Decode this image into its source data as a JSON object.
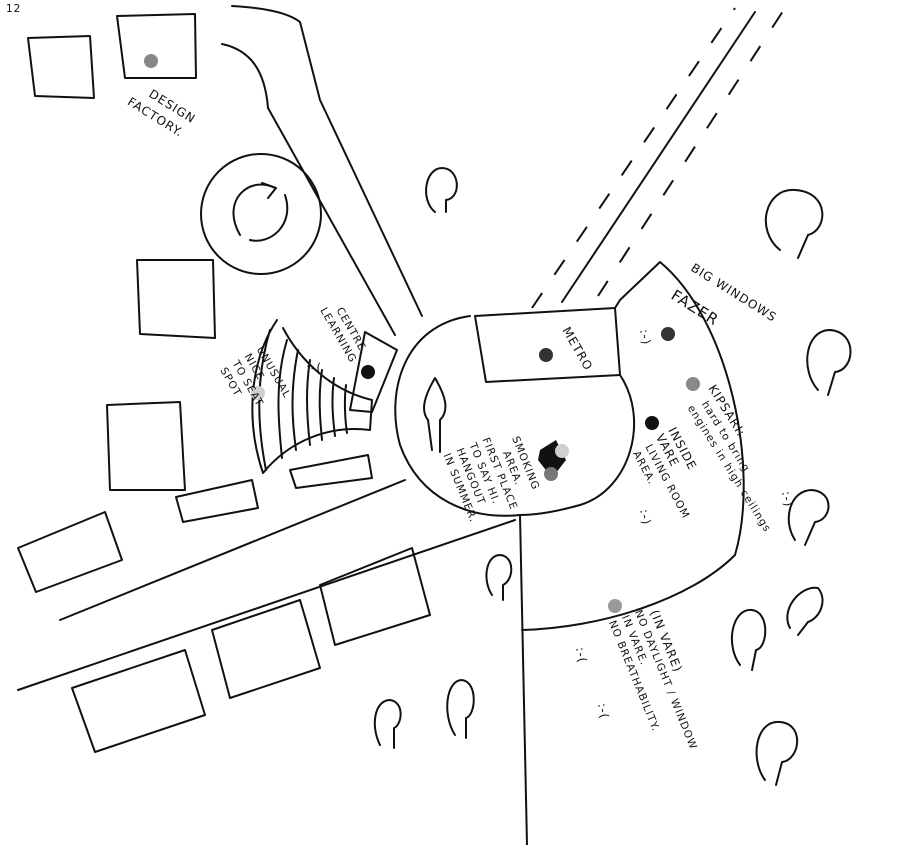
{
  "page_number": "12",
  "labels": {
    "design_factory": [
      "DESIGN",
      "FACTORY."
    ],
    "learning_centre": [
      "LEARNING",
      "CENTRE"
    ],
    "spot": [
      "SPOT",
      "TO SEAT",
      "NICE",
      "UNUSUAL"
    ],
    "metro": "METRO",
    "smoking": [
      "SMOKING",
      "AREA.",
      "FIRST PLACE",
      "TO SAY HI.",
      "HANGOUT",
      "IN SUMMER."
    ],
    "big_windows": "BIG WINDOWS",
    "fazer": "FAZER",
    "kipsari": [
      "KIPSARI:",
      "hard to bring",
      "engines in high ceilings"
    ],
    "vare_inside": [
      "INSIDE",
      "VARE",
      "LIVING ROOM",
      "AREA."
    ],
    "in_vare": [
      "(IN VARE)",
      "NO DAYLIGHT / WINDOW",
      "IN VARE.",
      "NO BREATHABILITY."
    ],
    "smiley_happy": ":-)",
    "smiley_sad": ":-("
  },
  "colors": {
    "black_dot": "#111111",
    "dark_dot": "#333333",
    "grey_dot": "#888888",
    "light_dot": "#cfcfcf"
  }
}
